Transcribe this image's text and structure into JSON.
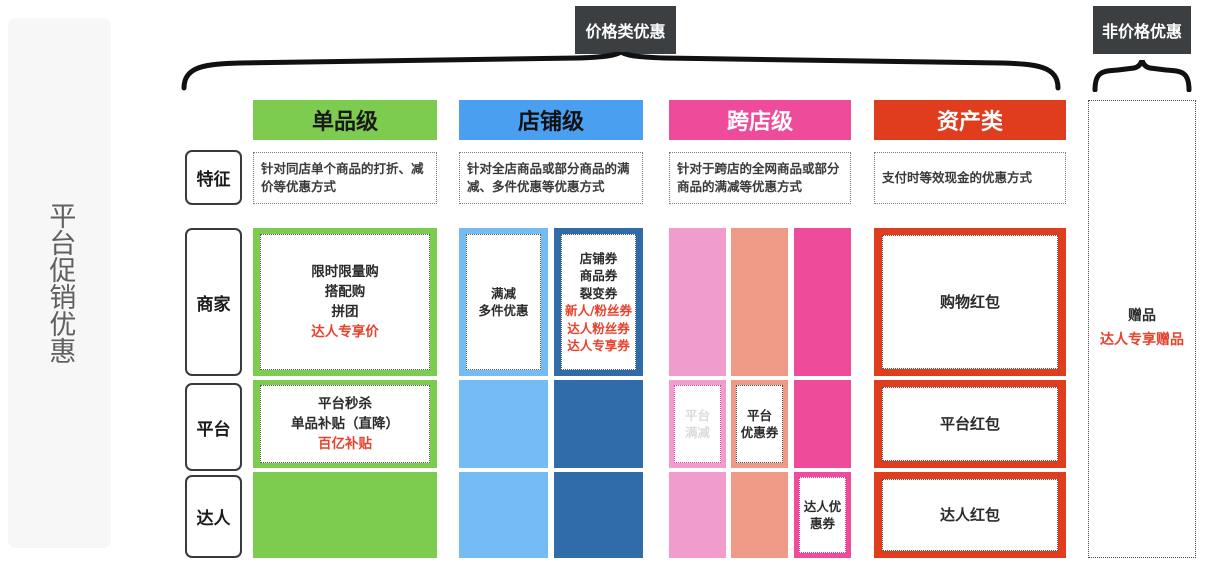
{
  "sidebar": {
    "label": "平台促销优惠"
  },
  "top_chips": {
    "price": "价格类优惠",
    "nonprice": "非价格优惠"
  },
  "colors": {
    "chip_bg": "#3b3f41",
    "green": "#7dcc50",
    "blue": "#4a9ff0",
    "blue_dark": "#2f6ca8",
    "blue_light": "#75bcf5",
    "pink": "#ee4b9b",
    "pink_light": "#f09dcd",
    "pink_salmon": "#ee9a87",
    "red": "#e03c1e",
    "accent_red_text": "#e8412c",
    "sidebar_bg": "#f7f7f7"
  },
  "columns": [
    {
      "id": "single",
      "label": "单品级",
      "bg": "#7dcc50",
      "fg": "#1a1a1a"
    },
    {
      "id": "shop",
      "label": "店铺级",
      "bg": "#4a9ff0",
      "fg": "#111111"
    },
    {
      "id": "cross",
      "label": "跨店级",
      "bg": "#ee4b9b",
      "fg": "#ffffff"
    },
    {
      "id": "asset",
      "label": "资产类",
      "bg": "#e03c1e",
      "fg": "#ffffff"
    }
  ],
  "row_labels": [
    {
      "id": "feature",
      "label": "特征"
    },
    {
      "id": "merchant",
      "label": "商家"
    },
    {
      "id": "platform",
      "label": "平台"
    },
    {
      "id": "influencer",
      "label": "达人"
    }
  ],
  "features": {
    "single": "针对同店单个商品的打折、减价等优惠方式",
    "shop": "针对全店商品或部分商品的满减、多件优惠等优惠方式",
    "cross": "针对于跨店的全网商品或部分商品的满减等优惠方式",
    "asset": "支付时等效现金的优惠方式"
  },
  "cells": {
    "merchant_single": {
      "lines": [
        "限时限量购",
        "搭配购",
        "拼团"
      ],
      "red_lines": [
        "达人专享价"
      ]
    },
    "merchant_shop_a": {
      "lines": [
        "满减",
        "多件优惠"
      ],
      "red_lines": []
    },
    "merchant_shop_b": {
      "lines": [
        "店铺券",
        "商品券",
        "裂变券"
      ],
      "red_lines": [
        "新人/粉丝券",
        "达人粉丝券",
        "达人专享券"
      ]
    },
    "merchant_asset": {
      "lines": [
        "购物红包"
      ],
      "red_lines": []
    },
    "platform_single": {
      "lines": [
        "平台秒杀",
        "单品补贴（直降）"
      ],
      "red_lines": [
        "百亿补贴"
      ]
    },
    "platform_cross_a": {
      "lines": [
        "平台",
        "满减"
      ],
      "faded": true
    },
    "platform_cross_b": {
      "lines": [
        "平台",
        "优惠券"
      ],
      "faded": false
    },
    "platform_asset": {
      "lines": [
        "平台红包"
      ],
      "red_lines": []
    },
    "influencer_cross_c": {
      "lines": [
        "达人优",
        "惠券"
      ],
      "faded": false
    },
    "influencer_asset": {
      "lines": [
        "达人红包"
      ],
      "red_lines": []
    }
  },
  "nonprice_cell": {
    "line": "赠品",
    "red_line": "达人专享赠品"
  }
}
